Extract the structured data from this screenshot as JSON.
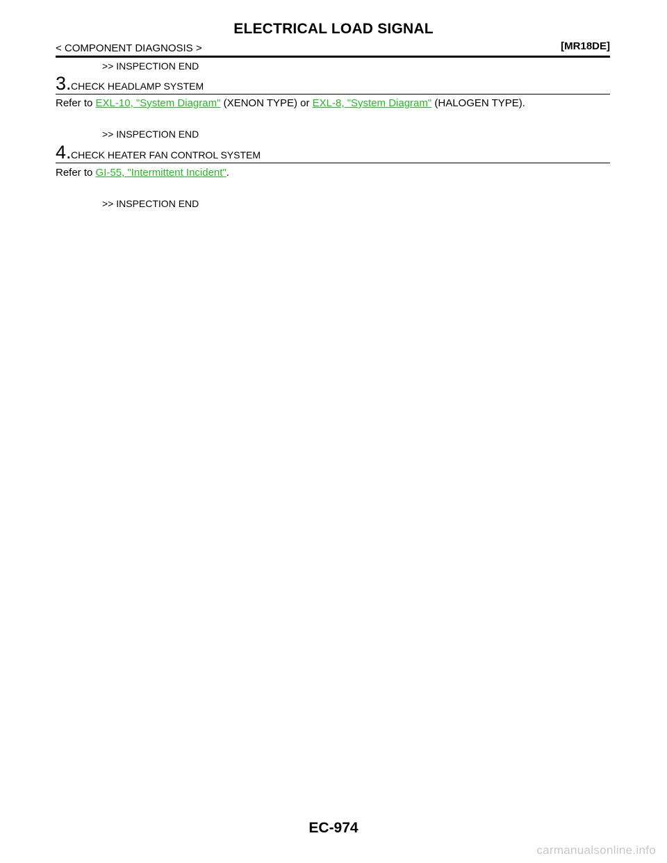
{
  "header": {
    "title": "ELECTRICAL LOAD SIGNAL",
    "breadcrumb": "< COMPONENT DIAGNOSIS >",
    "model": "[MR18DE]"
  },
  "content": {
    "prev_result": ">> INSPECTION END",
    "step3": {
      "number": "3.",
      "heading": "CHECK HEADLAMP SYSTEM",
      "text_before": "Refer to ",
      "link1": "EXL-10, \"System Diagram\"",
      "text_middle": " (XENON TYPE) or ",
      "link2": "EXL-8, \"System Diagram\"",
      "text_after": " (HALOGEN TYPE).",
      "result": ">> INSPECTION END"
    },
    "step4": {
      "number": "4.",
      "heading": "CHECK HEATER FAN CONTROL SYSTEM",
      "text_before": "Refer to ",
      "link1": "GI-55, \"Intermittent Incident\"",
      "text_after": ".",
      "result": ">> INSPECTION END"
    }
  },
  "footer": {
    "page_number": "EC-974",
    "watermark": "carmanualsonline.info"
  },
  "colors": {
    "link": "#22bb22",
    "text": "#000000",
    "watermark": "#c8c8c8"
  }
}
